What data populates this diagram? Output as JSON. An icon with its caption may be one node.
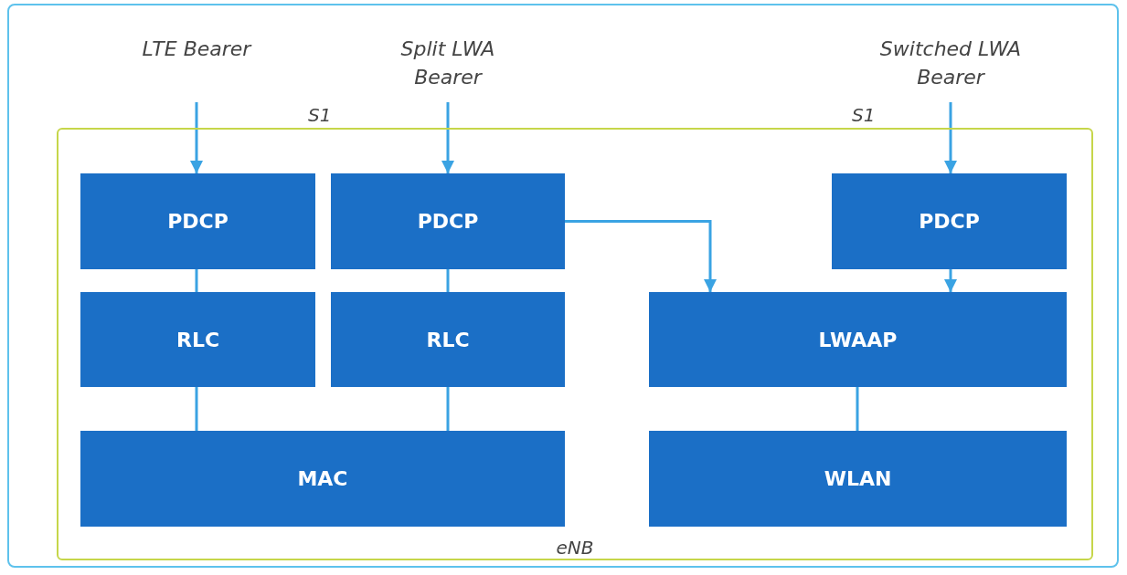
{
  "diagram": {
    "nodes": [
      {
        "text": [
          "eNB"
        ]
      },
      {
        "text": [
          "LTE Bearer"
        ]
      },
      {
        "text": [
          "Split LWA Bearer"
        ]
      },
      {
        "text": [
          "Switched LWA Bearer"
        ]
      },
      {
        "text": [
          "PDCP"
        ],
        "in": 0
      },
      {
        "text": [
          "PDCP"
        ],
        "in": 0
      },
      {
        "text": [
          "PDCP"
        ],
        "in": 0
      },
      {
        "text": [
          "RLC"
        ],
        "in": 0
      },
      {
        "text": [
          "RLC"
        ],
        "in": 0
      },
      {
        "text": [
          "LWAAP"
        ],
        "in": 0
      },
      {
        "text": [
          "MAC"
        ],
        "in": 0
      },
      {
        "text": [
          "WLAN"
        ],
        "in": 0
      }
    ],
    "edges": [
      {
        "from": 1,
        "to": 4,
        "arrow": "to"
      },
      {
        "from": 2,
        "to": 5,
        "arrow": "to"
      },
      {
        "from": 3,
        "to": 6,
        "arrow": "to"
      },
      {
        "from": 4,
        "to": 7,
        "arrow": "none"
      },
      {
        "from": 5,
        "to": 8,
        "arrow": "none"
      },
      {
        "from": 5,
        "to": 9,
        "arrow": "to"
      },
      {
        "from": 6,
        "to": 9,
        "arrow": "to"
      },
      {
        "from": 7,
        "to": 10,
        "arrow": "none"
      },
      {
        "from": 8,
        "to": 10,
        "arrow": "none"
      },
      {
        "from": 9,
        "to": 11,
        "arrow": "none"
      }
    ],
    "labels": [
      "S1",
      "S1"
    ]
  }
}
